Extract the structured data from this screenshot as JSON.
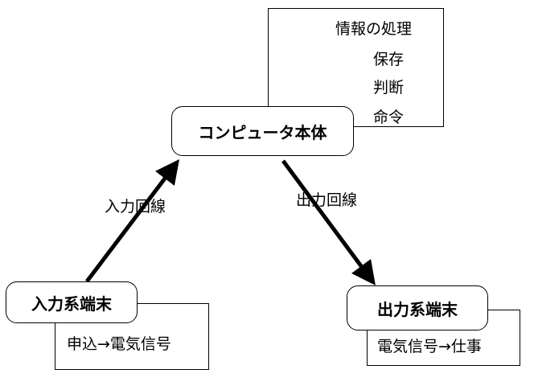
{
  "main_node": {
    "label": "コンピュータ本体",
    "functions_title": "情報の処理",
    "functions": [
      "保存",
      "判断",
      "命令"
    ]
  },
  "input_terminal": {
    "label": "入力系端末",
    "description": "申込→電気信号"
  },
  "output_terminal": {
    "label": "出力系端末",
    "description": "電気信号→仕事"
  },
  "edges": {
    "input_line": "入力回線",
    "output_line": "出力回線"
  }
}
